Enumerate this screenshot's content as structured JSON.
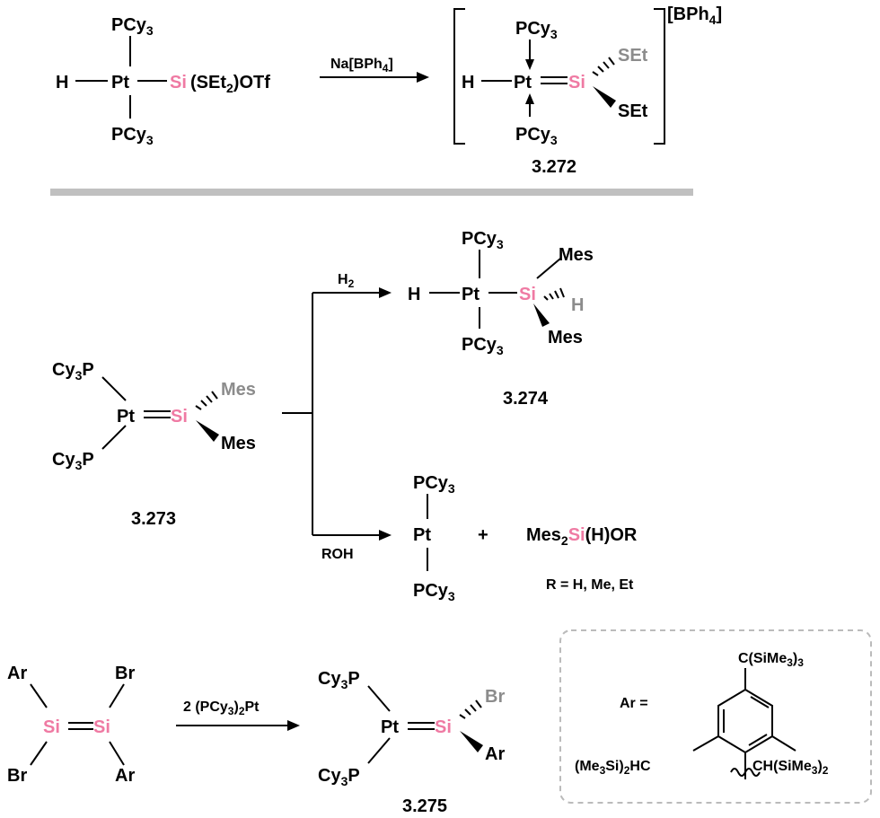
{
  "colors": {
    "silicon": "#ef7aa3",
    "gray_substituent": "#8c8c8c",
    "divider": "#c0c0c0",
    "box_border": "#bbbbbb",
    "bond": "#000000"
  },
  "r1": {
    "reactant": {
      "top": "PCy3",
      "bottom": "PCy3",
      "h": "H",
      "pt": "Pt",
      "si": "Si",
      "rest": "(SEt2)OTf"
    },
    "reagent": "Na[BPh4]",
    "product": {
      "top": "PCy3",
      "bottom": "PCy3",
      "h": "H",
      "pt": "Pt",
      "si": "Si",
      "set_up": "SEt",
      "set_down": "SEt",
      "counterion": "[BPh4]",
      "label": "3.272"
    }
  },
  "r2": {
    "start": {
      "p_top": "Cy3P",
      "p_bottom": "Cy3P",
      "pt": "Pt",
      "si": "Si",
      "mes_up": "Mes",
      "mes_down": "Mes",
      "label": "3.273"
    },
    "upper": {
      "reagent": "H2",
      "product": {
        "top": "PCy3",
        "bottom": "PCy3",
        "h": "H",
        "pt": "Pt",
        "si": "Si",
        "mes_up": "Mes",
        "mes_down": "Mes",
        "h_si": "H",
        "label": "3.274"
      }
    },
    "lower": {
      "reagent": "ROH",
      "product1": {
        "top": "PCy3",
        "bottom": "PCy3",
        "pt": "Pt"
      },
      "plus": "+",
      "product2": {
        "mes": "Mes2",
        "si": "Si",
        "rest": "(H)OR"
      },
      "r_def": "R = H, Me, Et"
    }
  },
  "r3": {
    "reactant": {
      "ar_tl": "Ar",
      "br_tr": "Br",
      "br_bl": "Br",
      "ar_br": "Ar",
      "si1": "Si",
      "si2": "Si"
    },
    "reagent": "2 (PCy3)2Pt",
    "product": {
      "p_top": "Cy3P",
      "p_bottom": "Cy3P",
      "pt": "Pt",
      "si": "Si",
      "br": "Br",
      "ar": "Ar",
      "label": "3.275"
    },
    "ar_box": {
      "ar_eq": "Ar =",
      "top_sub": "C(SiMe3)3",
      "left_sub": "(Me3Si)2HC",
      "right_sub": "CH(SiMe3)2"
    }
  }
}
